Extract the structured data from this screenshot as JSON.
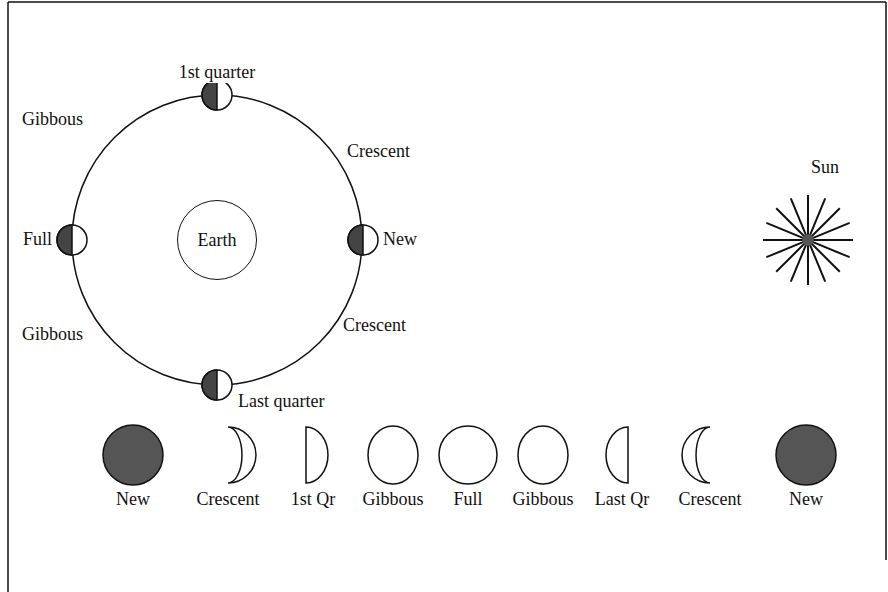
{
  "diagram": {
    "nodes": [
      {
        "text": [
          "Earth"
        ]
      }
    ],
    "labels": [
      "1st quarter",
      "Gibbous",
      "Crescent",
      "Sun",
      "Full",
      "New",
      "Gibbous",
      "Crescent",
      "Last quarter",
      "New",
      "Crescent",
      "1st Qr",
      "Gibbous",
      "Full",
      "Gibbous",
      "Last Qr",
      "Crescent",
      "New"
    ]
  }
}
